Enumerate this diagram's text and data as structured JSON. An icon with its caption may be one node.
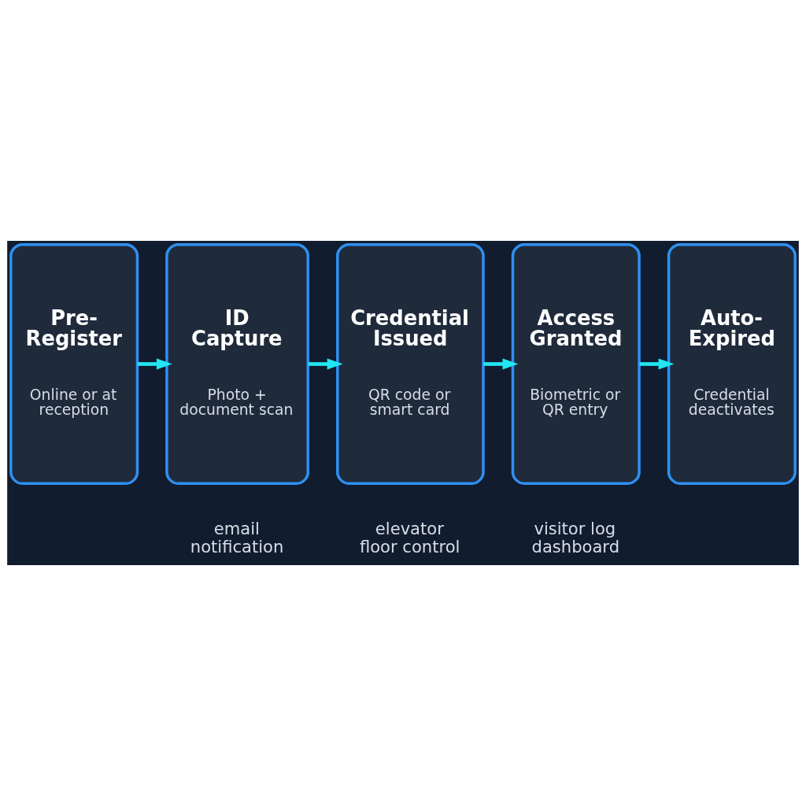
{
  "diagram": {
    "nodes": [
      {
        "text": [
          "Pre-Register",
          "Online or at reception"
        ]
      },
      {
        "text": [
          "ID Capture",
          "Photo + document scan"
        ]
      },
      {
        "text": [
          "Credential Issued",
          "QR code or smart card"
        ]
      },
      {
        "text": [
          "Access Granted",
          "Biometric or QR entry"
        ]
      },
      {
        "text": [
          "Auto-Expired",
          "Credential deactivates"
        ]
      }
    ],
    "edges": [
      {
        "from": 0,
        "to": 1,
        "arrow": "to"
      },
      {
        "from": 1,
        "to": 2,
        "arrow": "to"
      },
      {
        "from": 2,
        "to": 3,
        "arrow": "to"
      },
      {
        "from": 3,
        "to": 4,
        "arrow": "to"
      }
    ],
    "labels": [
      "email notification",
      "elevator floor control",
      "visitor log dashboard"
    ]
  }
}
